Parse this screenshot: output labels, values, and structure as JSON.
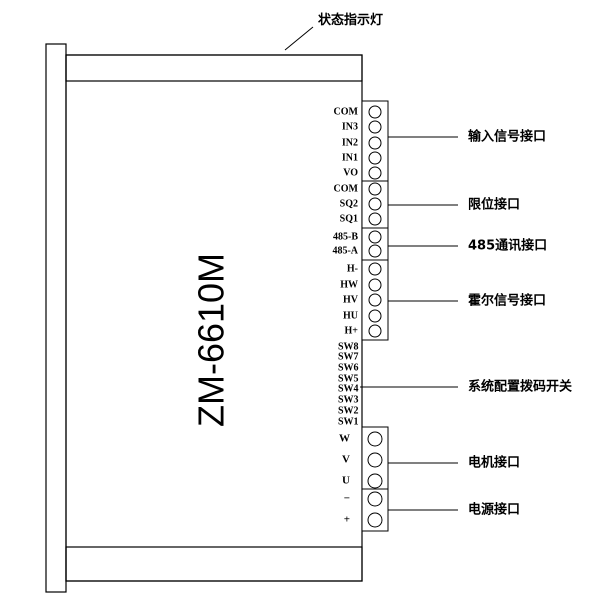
{
  "model": "ZM-6610M",
  "status_indicator_label": "状态指示灯",
  "groups": [
    {
      "id": "input",
      "callout": "输入信号接口",
      "pins": [
        "COM",
        "IN3",
        "IN2",
        "IN1",
        "VO"
      ]
    },
    {
      "id": "limit",
      "callout": "限位接口",
      "pins": [
        "COM",
        "SQ2",
        "SQ1"
      ]
    },
    {
      "id": "rs485",
      "callout": "485通讯接口",
      "pins": [
        "485-B",
        "485-A"
      ]
    },
    {
      "id": "hall",
      "callout": "霍尔信号接口",
      "pins": [
        "H-",
        "HW",
        "HV",
        "HU",
        "H+"
      ]
    },
    {
      "id": "dip",
      "callout": "系统配置拨码开关",
      "pins": [
        "SW8",
        "SW7",
        "SW6",
        "SW5",
        "SW4",
        "SW3",
        "SW2",
        "SW1"
      ]
    },
    {
      "id": "motor",
      "callout": "电机接口",
      "pins": [
        "W",
        "V",
        "U"
      ]
    },
    {
      "id": "power",
      "callout": "电源接口",
      "pins": [
        "−",
        "+"
      ]
    }
  ]
}
